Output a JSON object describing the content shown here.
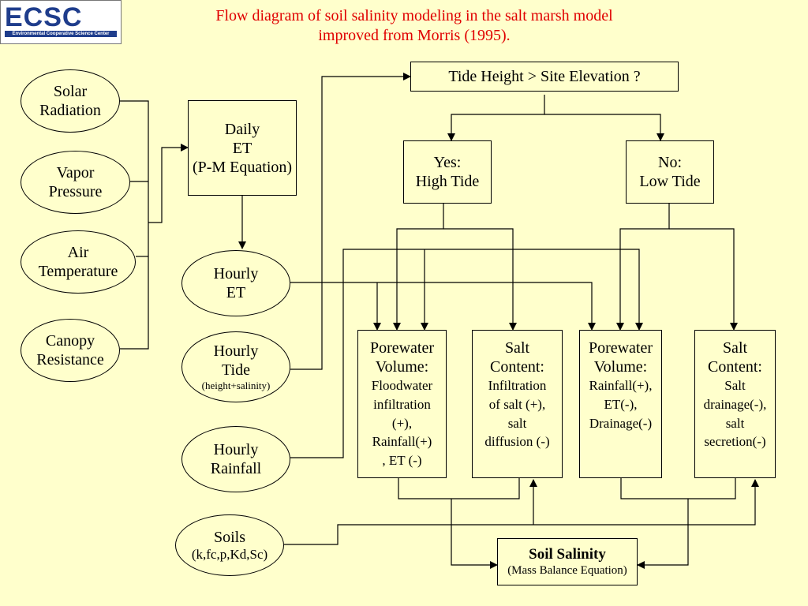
{
  "logo": {
    "text": "ECSC",
    "subtitle": "Environmental Cooperative Science Center"
  },
  "title": {
    "line1": "Flow diagram of soil salinity modeling in the salt marsh model",
    "line2": "improved from Morris (1995)."
  },
  "inputs": {
    "solar": {
      "line1": "Solar",
      "line2": "Radiation"
    },
    "vapor": {
      "line1": "Vapor",
      "line2": "Pressure"
    },
    "air": {
      "line1": "Air",
      "line2": "Temperature"
    },
    "canopy": {
      "line1": "Canopy",
      "line2": "Resistance"
    },
    "hourly_et": {
      "line1": "Hourly",
      "line2": "ET"
    },
    "hourly_tide": {
      "line1": "Hourly",
      "line2": "Tide",
      "note": "(height+salinity)"
    },
    "hourly_rainfall": {
      "line1": "Hourly",
      "line2": "Rainfall"
    },
    "soils": {
      "line1": "Soils",
      "line2": "(k,fc,p,Kd,Sc)"
    }
  },
  "daily_et": {
    "line1": "Daily",
    "line2": "ET",
    "line3": "(P-M Equation)"
  },
  "decision": {
    "text": "Tide Height > Site Elevation ?"
  },
  "yes": {
    "line1": "Yes:",
    "line2": "High Tide"
  },
  "no": {
    "line1": "No:",
    "line2": "Low Tide"
  },
  "boxes": {
    "pw_high": {
      "head1": "Porewater",
      "head2": "Volume:",
      "body": [
        "Floodwater",
        "infiltration",
        "(+),",
        "Rainfall(+)",
        ", ET (-)"
      ]
    },
    "salt_high": {
      "head1": "Salt",
      "head2": "Content:",
      "body": [
        "Infiltration",
        "of salt (+),",
        "salt",
        "diffusion (-)"
      ]
    },
    "pw_low": {
      "head1": "Porewater",
      "head2": "Volume:",
      "body": [
        "Rainfall(+),",
        "ET(-),",
        "Drainage(-)"
      ]
    },
    "salt_low": {
      "head1": "Salt",
      "head2": "Content:",
      "body": [
        "Salt",
        "drainage(-),",
        "salt",
        "secretion(-)"
      ]
    }
  },
  "soil_salinity": {
    "title": "Soil Salinity",
    "subtitle": "(Mass Balance Equation)"
  }
}
